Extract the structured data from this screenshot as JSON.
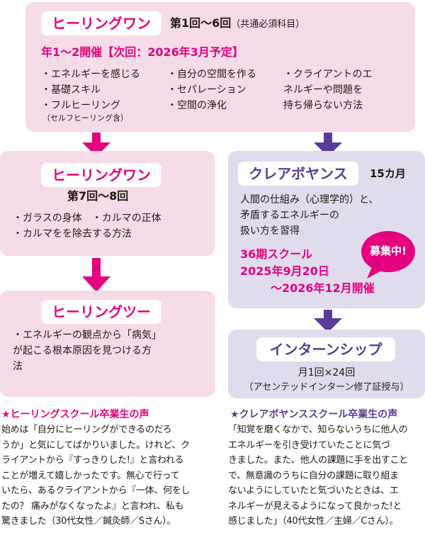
{
  "top": {
    "title": "ヒーリングワン",
    "subtitle": "第1回〜6回",
    "subtitle_note": "（共通必須科目）",
    "schedule": "年1〜2開催【次回：2026年3月予定】",
    "col1": [
      "・エネルギーを感じる",
      "・基礎スキル",
      "・フルヒーリング"
    ],
    "col1_note": "（セルフヒーリング含）",
    "col2": [
      "・自分の空間を作る",
      "・セパレーション",
      "・空間の浄化"
    ],
    "col3": [
      "・クライアントのエ",
      "ネルギーや問題を",
      "持ち帰らない方法"
    ]
  },
  "left1": {
    "title": "ヒーリングワン",
    "subtitle": "第7回〜8回",
    "lines": [
      "・ガラスの身体　・カルマの正体",
      "・カルマをを除去する方法"
    ]
  },
  "left2": {
    "title": "ヒーリングツー",
    "lines": [
      "・エネルギーの観点から「病気」",
      "が起こる根本原因を見つける方",
      "法"
    ]
  },
  "right1": {
    "title": "クレアボヤンス",
    "duration": "15カ月",
    "lines": [
      "人間の仕組み（心理学的）と、",
      "矛盾するエネルギーの",
      "扱い方を習得"
    ],
    "school": [
      "36期スクール",
      "2025年9月20日",
      "〜2026年12月開催"
    ],
    "badge": "募集中!"
  },
  "right2": {
    "title": "インターンシップ",
    "lines": [
      "月1回×24回",
      "（アセンテッドインターン修了証授与）"
    ]
  },
  "voice_left": {
    "heading": "★ヒーリングスクール卒業生の声",
    "lines": [
      "始めは「自分にヒーリングができるのだろ",
      "うか」と気にしてばかりいました。けれど、ク",
      "ライアントから『すっきりした!』と言われる",
      "ことが増えて嬉しかったです。無心で行って",
      "いたら、あるクライアントから『一体、何をし",
      "たの？ 痛みがなくなったよ』と言われ、私も",
      "驚きました（30代女性／鍼灸師／Sさん）。"
    ]
  },
  "voice_right": {
    "heading": "★クレアボヤンススクール卒業生の声",
    "lines": [
      "「知覚を磨くなかで、知らないうちに他人の",
      "エネルギーを引き受けていたことに気づ",
      "きました。また、他人の課題に手を出すこと",
      "で、無意識のうちに自分の課題に取り組ま",
      "ないようにしていたと気づいたときは、エ",
      "ネルギーが見えるようになって良かった!と",
      "感じました」（40代女性／主婦／Cさん）。"
    ]
  },
  "colors": {
    "pink": "#e4007f",
    "purple": "#5a3c96",
    "pink_bg": "#f6dce8",
    "lavender_bg": "#e0dcee"
  }
}
